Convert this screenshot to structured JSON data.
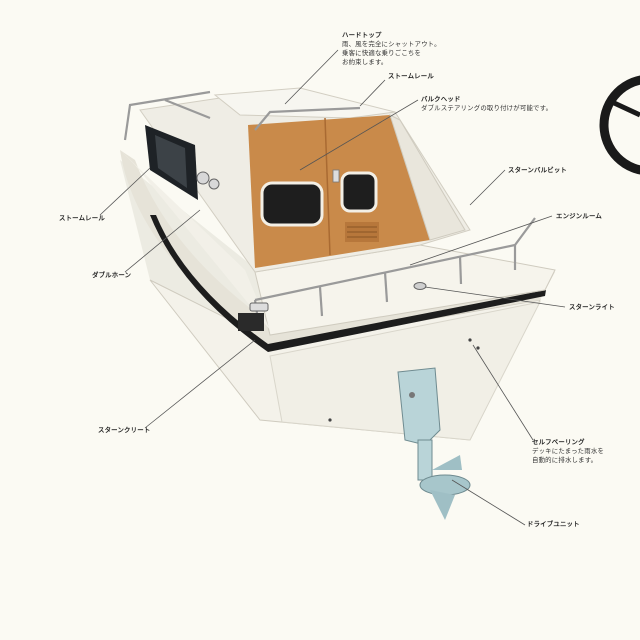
{
  "labels": {
    "hardtop": {
      "title": "ハードトップ",
      "desc": [
        "雨、風を完全にシャットアウト。",
        "乗客に快適な乗りごこちを",
        "お約束します。"
      ]
    },
    "storm_rail_top": {
      "title": "ストームレール"
    },
    "bulkhead": {
      "title": "バルクヘッド",
      "desc": [
        "ダブルステアリングの取り付けが可能です。"
      ]
    },
    "stern_bollard": {
      "title": "スターンバルビット"
    },
    "engine_room": {
      "title": "エンジンルーム"
    },
    "storm_rail_left": {
      "title": "ストームレール"
    },
    "double_horn": {
      "title": "ダブルホーン"
    },
    "stern_light": {
      "title": "スターンライト"
    },
    "stern_cleat": {
      "title": "スターンクリート"
    },
    "self_bailing": {
      "title": "セルフベーリング",
      "desc": [
        "デッキにたまった雨水を",
        "自動的に排水します。"
      ]
    },
    "drive_unit": {
      "title": "ドライブユニット"
    }
  },
  "colors": {
    "background": "#fbfaf3",
    "hull": "#f1efe6",
    "hull_shadow": "#d9d6cb",
    "wood": "#c98a4a",
    "wood_dark": "#a96a32",
    "stripe": "#1d1d1d",
    "drive_unit": "#b9d4d8"
  }
}
